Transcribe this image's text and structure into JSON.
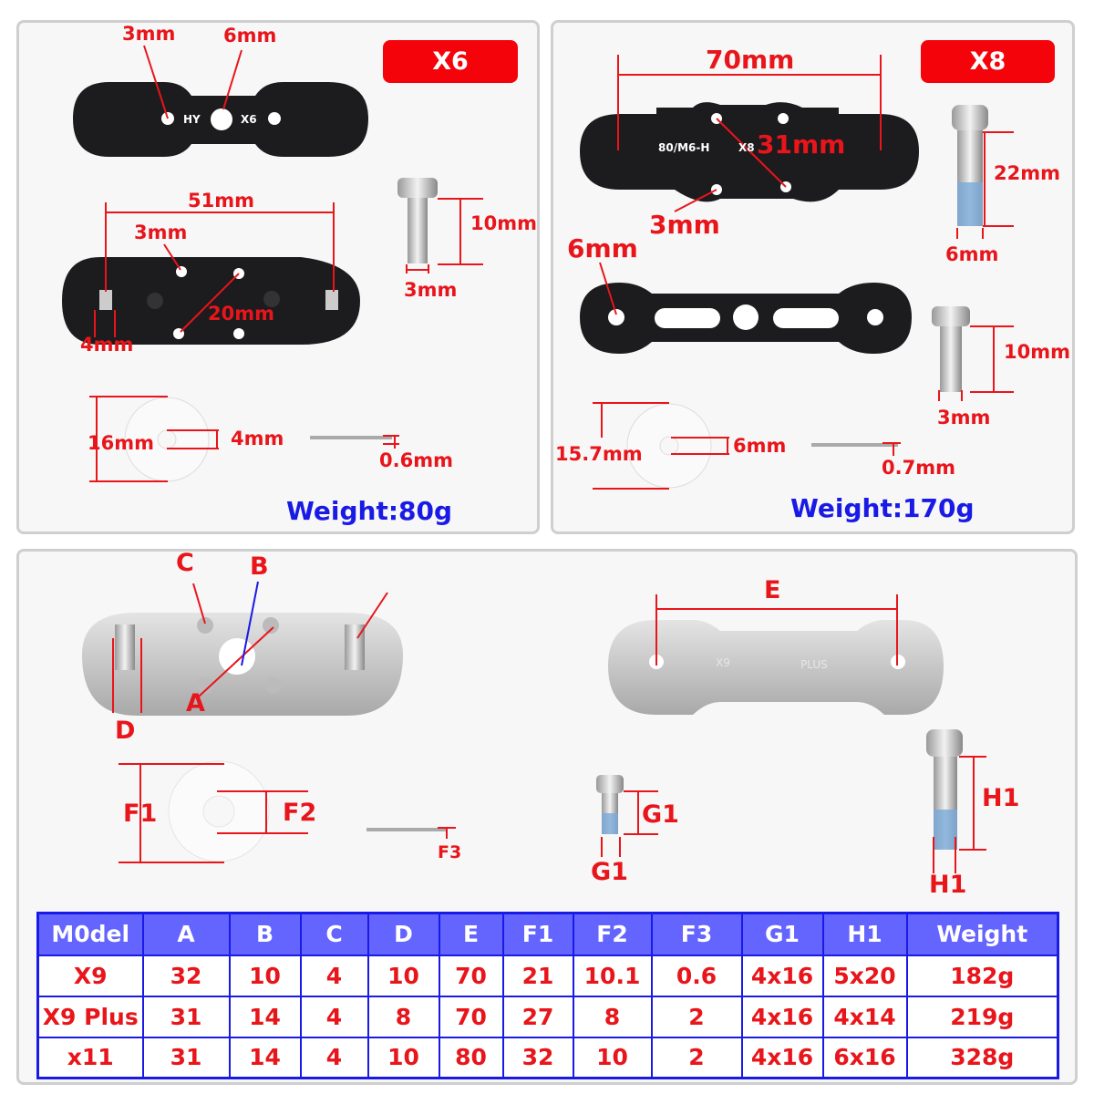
{
  "x6": {
    "badge": "X6",
    "etch": [
      "HY",
      "X6"
    ],
    "labels": {
      "hole_small": "3mm",
      "hole_center": "6mm",
      "length": "51mm",
      "hole_top": "3mm",
      "screw_len": "10mm",
      "screw_dia": "3mm",
      "diag": "20mm",
      "pin": "4mm",
      "washer_od": "16mm",
      "washer_id": "4mm",
      "washer_t": "0.6mm"
    },
    "weight": "Weight:80g"
  },
  "x8": {
    "badge": "X8",
    "etch": [
      "80/M6-H",
      "X8"
    ],
    "labels": {
      "length": "70mm",
      "diag": "31mm",
      "screw_len": "22mm",
      "hole_small": "3mm",
      "hole_big": "6mm",
      "screw_dia": "6mm",
      "screw2_len": "10mm",
      "screw2_dia": "3mm",
      "washer_od": "15.7mm",
      "washer_id": "6mm",
      "washer_t": "0.7mm"
    },
    "weight": "Weight:170g"
  },
  "x9": {
    "etch": [
      "X9",
      "PLUS"
    ],
    "labels": {
      "C": "C",
      "B": "B",
      "A": "A",
      "D": "D",
      "E": "E",
      "F1": "F1",
      "F2": "F2",
      "F3": "F3",
      "G1a": "G1",
      "G1b": "G1",
      "H1a": "H1",
      "H1b": "H1"
    }
  },
  "table": {
    "headers": [
      "M0del",
      "A",
      "B",
      "C",
      "D",
      "E",
      "F1",
      "F2",
      "F3",
      "G1",
      "H1",
      "Weight"
    ],
    "rows": [
      [
        "X9",
        "32",
        "10",
        "4",
        "10",
        "70",
        "21",
        "10.1",
        "0.6",
        "4x16",
        "5x20",
        "182g"
      ],
      [
        "X9 Plus",
        "31",
        "14",
        "4",
        "8",
        "70",
        "27",
        "8",
        "2",
        "4x16",
        "4x14",
        "219g"
      ],
      [
        "x11",
        "31",
        "14",
        "4",
        "10",
        "80",
        "32",
        "10",
        "2",
        "4x16",
        "6x16",
        "328g"
      ]
    ]
  },
  "colors": {
    "annotation": "#e8151b",
    "weight": "#1a1ae6",
    "badge": "#f4040a",
    "table_header": "#6464ff",
    "table_border": "#1a1ae6"
  }
}
